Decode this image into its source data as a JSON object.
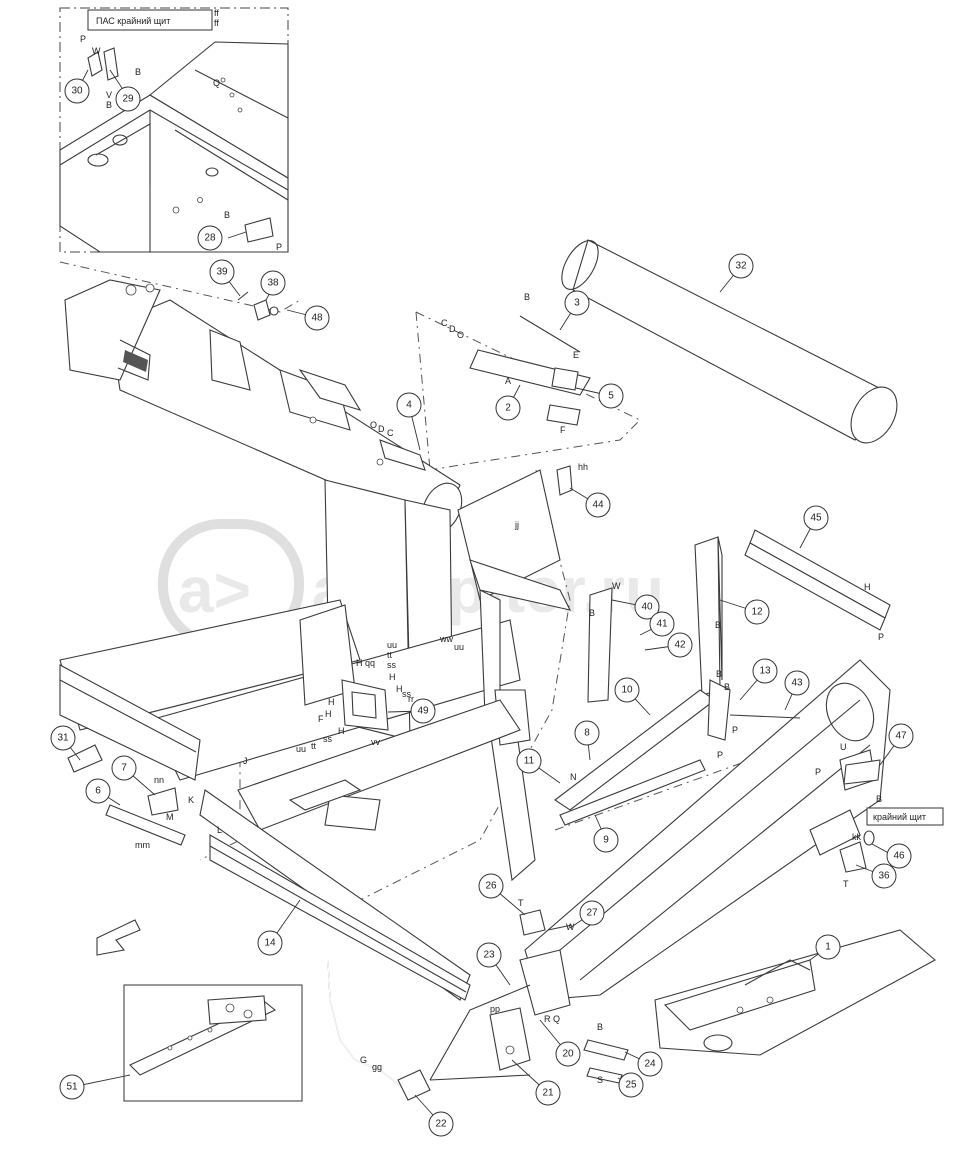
{
  "watermark": {
    "mark": "a>",
    "text": "autopiter.ru"
  },
  "boxed_labels": {
    "inset_title": "ПАС крайний щит",
    "end_shield": "крайний щит"
  },
  "callouts": {
    "c1": "1",
    "c2": "2",
    "c3": "3",
    "c4": "4",
    "c5": "5",
    "c6": "6",
    "c7": "7",
    "c8": "8",
    "c9": "9",
    "c10": "10",
    "c11": "11",
    "c12": "12",
    "c13": "13",
    "c14": "14",
    "c20": "20",
    "c21": "21",
    "c22": "22",
    "c23": "23",
    "c24": "24",
    "c25": "25",
    "c26": "26",
    "c27": "27",
    "c28": "28",
    "c29": "29",
    "c30": "30",
    "c31": "31",
    "c32": "32",
    "c36": "36",
    "c38": "38",
    "c39": "39",
    "c40": "40",
    "c41": "41",
    "c42": "42",
    "c43": "43",
    "c44": "44",
    "c45": "45",
    "c46": "46",
    "c47": "47",
    "c48": "48",
    "c49": "49",
    "c51": "51"
  },
  "letters": {
    "ff": "ff",
    "Q": "Q",
    "P": "P",
    "W": "W",
    "B": "B",
    "V": "V",
    "C": "C",
    "D": "D",
    "O": "O",
    "A": "A",
    "E": "E",
    "F": "F",
    "hh": "hh",
    "jj": "jj",
    "H": "H",
    "qq": "qq",
    "tt": "tt",
    "ss": "ss",
    "uu": "uu",
    "ww": "ww",
    "rr": "rr",
    "vv": "vv",
    "J": "J",
    "K": "K",
    "L": "L",
    "M": "M",
    "nn": "nn",
    "mm": "mm",
    "N": "N",
    "U": "U",
    "kk": "kk",
    "T": "T",
    "R": "R",
    "pp": "pp",
    "G": "G",
    "gg": "gg",
    "S": "S"
  }
}
